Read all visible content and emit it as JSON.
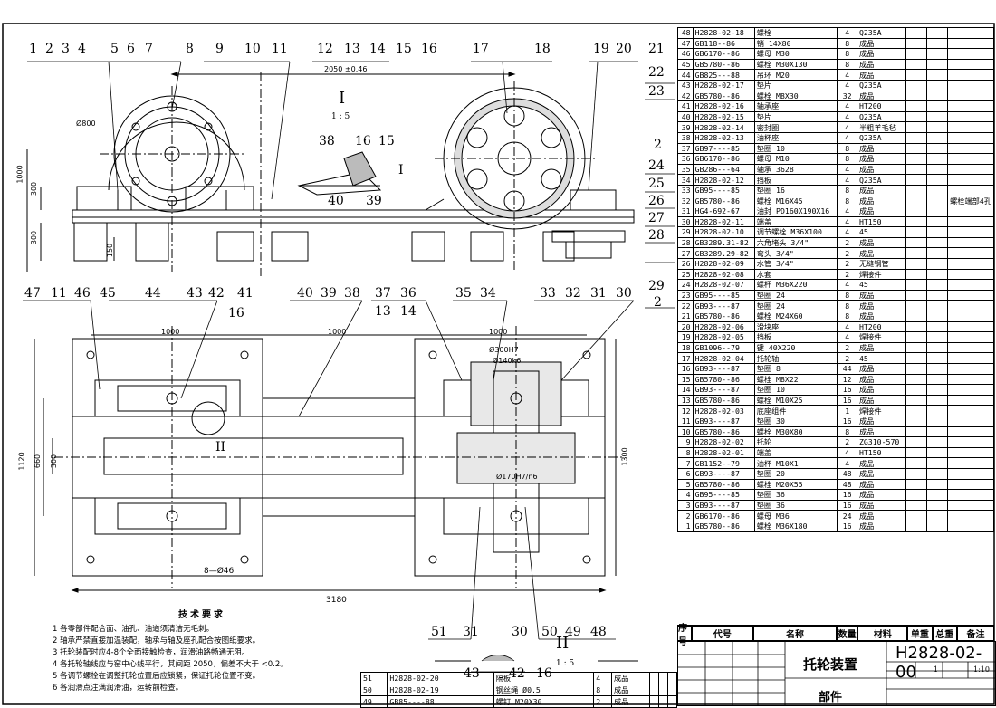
{
  "drawing": {
    "title": "托轮装置",
    "number": "H2828-02-00",
    "subtitle": "部件",
    "quantity": "1",
    "scale": "1:10"
  },
  "bom_header": [
    "序号",
    "代号",
    "名称",
    "数量",
    "材料",
    "单重",
    "总重",
    "备注"
  ],
  "bom": [
    {
      "no": "48",
      "code": "H2828-02-18",
      "name": "螺栓",
      "qty": "4",
      "mat": "Q235A",
      "rem": ""
    },
    {
      "no": "47",
      "code": "GB118--86",
      "name": "销 14X80",
      "qty": "8",
      "mat": "成品",
      "rem": ""
    },
    {
      "no": "46",
      "code": "GB6170--86",
      "name": "螺母 M30",
      "qty": "8",
      "mat": "成品",
      "rem": ""
    },
    {
      "no": "45",
      "code": "GB5780--86",
      "name": "螺栓 M30X130",
      "qty": "8",
      "mat": "成品",
      "rem": ""
    },
    {
      "no": "44",
      "code": "GB825---88",
      "name": "吊环 M20",
      "qty": "4",
      "mat": "成品",
      "rem": ""
    },
    {
      "no": "43",
      "code": "H2828-02-17",
      "name": "垫片",
      "qty": "4",
      "mat": "Q235A",
      "rem": ""
    },
    {
      "no": "42",
      "code": "GB5780--86",
      "name": "螺栓 M8X30",
      "qty": "32",
      "mat": "成品",
      "rem": ""
    },
    {
      "no": "41",
      "code": "H2828-02-16",
      "name": "轴承座",
      "qty": "4",
      "mat": "HT200",
      "rem": ""
    },
    {
      "no": "40",
      "code": "H2828-02-15",
      "name": "垫片",
      "qty": "4",
      "mat": "Q235A",
      "rem": ""
    },
    {
      "no": "39",
      "code": "H2828-02-14",
      "name": "密封圈",
      "qty": "4",
      "mat": "半粗羊毛毡",
      "rem": ""
    },
    {
      "no": "38",
      "code": "H2828-02-13",
      "name": "油杯座",
      "qty": "4",
      "mat": "Q235A",
      "rem": ""
    },
    {
      "no": "37",
      "code": "GB97----85",
      "name": "垫圈 10",
      "qty": "8",
      "mat": "成品",
      "rem": ""
    },
    {
      "no": "36",
      "code": "GB6170--86",
      "name": "螺母 M10",
      "qty": "8",
      "mat": "成品",
      "rem": ""
    },
    {
      "no": "35",
      "code": "GB286---64",
      "name": "轴承 3628",
      "qty": "4",
      "mat": "成品",
      "rem": ""
    },
    {
      "no": "34",
      "code": "H2828-02-12",
      "name": "挡板",
      "qty": "4",
      "mat": "Q235A",
      "rem": ""
    },
    {
      "no": "33",
      "code": "GB95----85",
      "name": "垫圈 16",
      "qty": "8",
      "mat": "成品",
      "rem": ""
    },
    {
      "no": "32",
      "code": "GB5780--86",
      "name": "螺栓 M16X45",
      "qty": "8",
      "mat": "成品",
      "rem": "螺栓端部4孔"
    },
    {
      "no": "31",
      "code": "HG4-692-67",
      "name": "油封 PD160X190X16",
      "qty": "4",
      "mat": "成品",
      "rem": ""
    },
    {
      "no": "30",
      "code": "H2828-02-11",
      "name": "端盖",
      "qty": "4",
      "mat": "HT150",
      "rem": ""
    },
    {
      "no": "29",
      "code": "H2828-02-10",
      "name": "调节螺栓 M36X100",
      "qty": "4",
      "mat": "45",
      "rem": ""
    },
    {
      "no": "28",
      "code": "GB3289.31-82",
      "name": "六角堵头 3/4\"",
      "qty": "2",
      "mat": "成品",
      "rem": ""
    },
    {
      "no": "27",
      "code": "GB3289.29-82",
      "name": "弯头 3/4\"",
      "qty": "2",
      "mat": "成品",
      "rem": ""
    },
    {
      "no": "26",
      "code": "H2828-02-09",
      "name": "水管 3/4\"",
      "qty": "2",
      "mat": "无缝钢管",
      "rem": ""
    },
    {
      "no": "25",
      "code": "H2828-02-08",
      "name": "水套",
      "qty": "2",
      "mat": "焊接件",
      "rem": ""
    },
    {
      "no": "24",
      "code": "H2828-02-07",
      "name": "螺杆 M36X220",
      "qty": "4",
      "mat": "45",
      "rem": ""
    },
    {
      "no": "23",
      "code": "GB95----85",
      "name": "垫圈 24",
      "qty": "8",
      "mat": "成品",
      "rem": ""
    },
    {
      "no": "22",
      "code": "GB93----87",
      "name": "垫圈 24",
      "qty": "8",
      "mat": "成品",
      "rem": ""
    },
    {
      "no": "21",
      "code": "GB5780--86",
      "name": "螺栓 M24X60",
      "qty": "8",
      "mat": "成品",
      "rem": ""
    },
    {
      "no": "20",
      "code": "H2828-02-06",
      "name": "滑块座",
      "qty": "4",
      "mat": "HT200",
      "rem": ""
    },
    {
      "no": "19",
      "code": "H2828-02-05",
      "name": "挡板",
      "qty": "4",
      "mat": "焊接件",
      "rem": ""
    },
    {
      "no": "18",
      "code": "GB1096--79",
      "name": "键 40X220",
      "qty": "2",
      "mat": "成品",
      "rem": ""
    },
    {
      "no": "17",
      "code": "H2828-02-04",
      "name": "托轮轴",
      "qty": "2",
      "mat": "45",
      "rem": ""
    },
    {
      "no": "16",
      "code": "GB93----87",
      "name": "垫圈 8",
      "qty": "44",
      "mat": "成品",
      "rem": ""
    },
    {
      "no": "15",
      "code": "GB5780--86",
      "name": "螺栓 M8X22",
      "qty": "12",
      "mat": "成品",
      "rem": ""
    },
    {
      "no": "14",
      "code": "GB93----87",
      "name": "垫圈 10",
      "qty": "16",
      "mat": "成品",
      "rem": ""
    },
    {
      "no": "13",
      "code": "GB5780--86",
      "name": "螺栓 M10X25",
      "qty": "16",
      "mat": "成品",
      "rem": ""
    },
    {
      "no": "12",
      "code": "H2828-02-03",
      "name": "底座组件",
      "qty": "1",
      "mat": "焊接件",
      "rem": ""
    },
    {
      "no": "11",
      "code": "GB93----87",
      "name": "垫圈 30",
      "qty": "16",
      "mat": "成品",
      "rem": ""
    },
    {
      "no": "10",
      "code": "GB5780--86",
      "name": "螺栓 M30X80",
      "qty": "8",
      "mat": "成品",
      "rem": ""
    },
    {
      "no": "9",
      "code": "H2828-02-02",
      "name": "托轮",
      "qty": "2",
      "mat": "ZG310-570",
      "rem": ""
    },
    {
      "no": "8",
      "code": "H2828-02-01",
      "name": "端盖",
      "qty": "4",
      "mat": "HT150",
      "rem": ""
    },
    {
      "no": "7",
      "code": "GB1152--79",
      "name": "油杯 M10X1",
      "qty": "4",
      "mat": "成品",
      "rem": ""
    },
    {
      "no": "6",
      "code": "GB93----87",
      "name": "垫圈 20",
      "qty": "48",
      "mat": "成品",
      "rem": ""
    },
    {
      "no": "5",
      "code": "GB5780--86",
      "name": "螺栓 M20X55",
      "qty": "48",
      "mat": "成品",
      "rem": ""
    },
    {
      "no": "4",
      "code": "GB95----85",
      "name": "垫圈 36",
      "qty": "16",
      "mat": "成品",
      "rem": ""
    },
    {
      "no": "3",
      "code": "GB93----87",
      "name": "垫圈 36",
      "qty": "16",
      "mat": "成品",
      "rem": ""
    },
    {
      "no": "2",
      "code": "GB6170--86",
      "name": "螺母 M36",
      "qty": "24",
      "mat": "成品",
      "rem": ""
    },
    {
      "no": "1",
      "code": "GB5780--86",
      "name": "螺栓 M36X180",
      "qty": "16",
      "mat": "成品",
      "rem": ""
    }
  ],
  "bom_lower": [
    {
      "no": "51",
      "code": "H2828-02-20",
      "name": "隔板",
      "qty": "4",
      "mat": "成品"
    },
    {
      "no": "50",
      "code": "H2828-02-19",
      "name": "钢丝绳 Ø0.5",
      "qty": "8",
      "mat": "成品"
    },
    {
      "no": "49",
      "code": "GB85----88",
      "name": "螺钉 M20X30",
      "qty": "2",
      "mat": "成品"
    }
  ],
  "notes": {
    "title": "技术要求",
    "items": [
      "1  各零部件配合面、油孔、油道须清洁无毛刺。",
      "2  轴承严禁直接加温装配，轴承与轴及座孔配合按图纸要求。",
      "3  托轮装配时应4-8个全面接触检查，润滑油路畅通无阻。",
      "4  各托轮轴线应与窑中心线平行，其间距 2050，偏差不大于 <0.2。",
      "5  各调节螺栓在调整托轮位置后应锁紧，保证托轮位置不变。",
      "6  各润滑点注满润滑油，运转前检查。"
    ]
  },
  "dims": {
    "d2050": "2050 ±0.46",
    "d1000a": "1000",
    "d300a": "300",
    "d300b": "300",
    "d150": "150",
    "phi800": "Ø800",
    "d1000b": "1000",
    "d1000c": "1000",
    "d1000d": "1000",
    "phi300": "Ø300H7",
    "phi140": "Ø140k6",
    "d1120": "1120",
    "d660": "660",
    "d300c": "300",
    "d1300": "1300",
    "d3180": "3180",
    "holes": "8—Ø46",
    "phi170": "Ø170H7/n6"
  },
  "sections": {
    "sec1_mark": "I",
    "sec1_scale": "1 : 5",
    "sec2_mark": "II",
    "sec2_scale": "1 : 5",
    "sec1_view": "I",
    "sec2_view": "II"
  },
  "balloons_top": [
    "1",
    "2",
    "3",
    "4",
    "5",
    "6",
    "7",
    "8",
    "9",
    "10",
    "11",
    "12",
    "13",
    "14",
    "15",
    "16",
    "17",
    "18",
    "19",
    "20",
    "21",
    "22",
    "23",
    "2",
    "24",
    "25",
    "26",
    "27",
    "28",
    "29",
    "2"
  ],
  "balloons_bottom": [
    "47",
    "11",
    "46",
    "45",
    "44",
    "43",
    "42",
    "41",
    "40",
    "39",
    "38",
    "37",
    "36",
    "13",
    "14",
    "16",
    "35",
    "34",
    "33",
    "32",
    "31",
    "30"
  ],
  "balloons_detail": [
    "51",
    "31",
    "30",
    "50",
    "49",
    "48",
    "43",
    "42",
    "16",
    "38",
    "16",
    "15",
    "40",
    "39"
  ]
}
